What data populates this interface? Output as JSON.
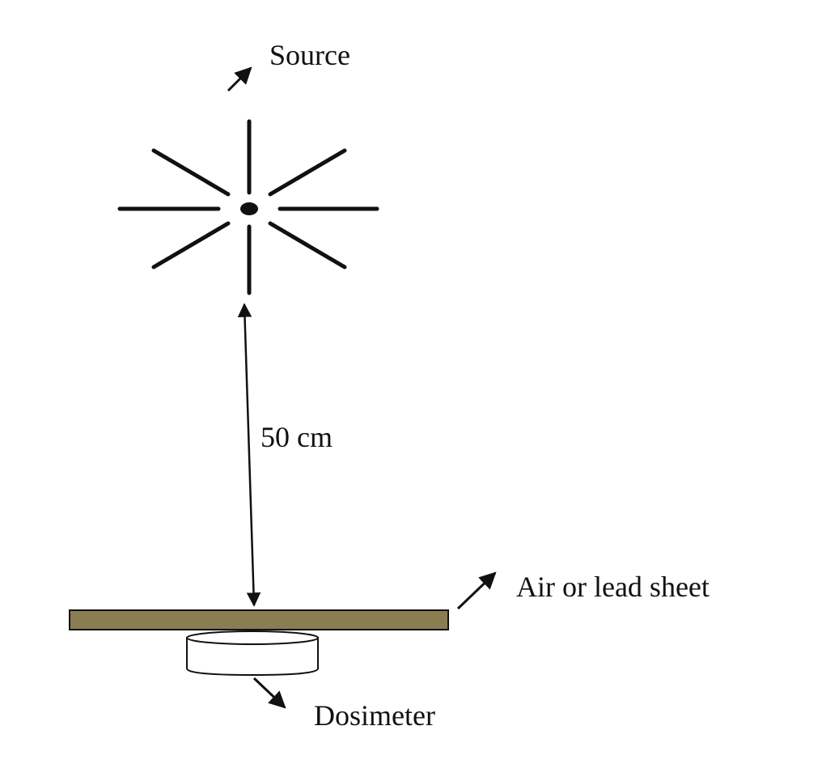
{
  "labels": {
    "source": "Source",
    "distance": "50 cm",
    "sheet": "Air or lead sheet",
    "dosimeter": "Dosimeter"
  },
  "colors": {
    "ink": "#111111",
    "sheet_fill": "#8b7d52",
    "dosimeter_fill": "#ffffff",
    "background": "#ffffff"
  },
  "icons": {
    "source": "radiation-source-starburst-icon",
    "arrows": "pointer-arrow-icon"
  }
}
